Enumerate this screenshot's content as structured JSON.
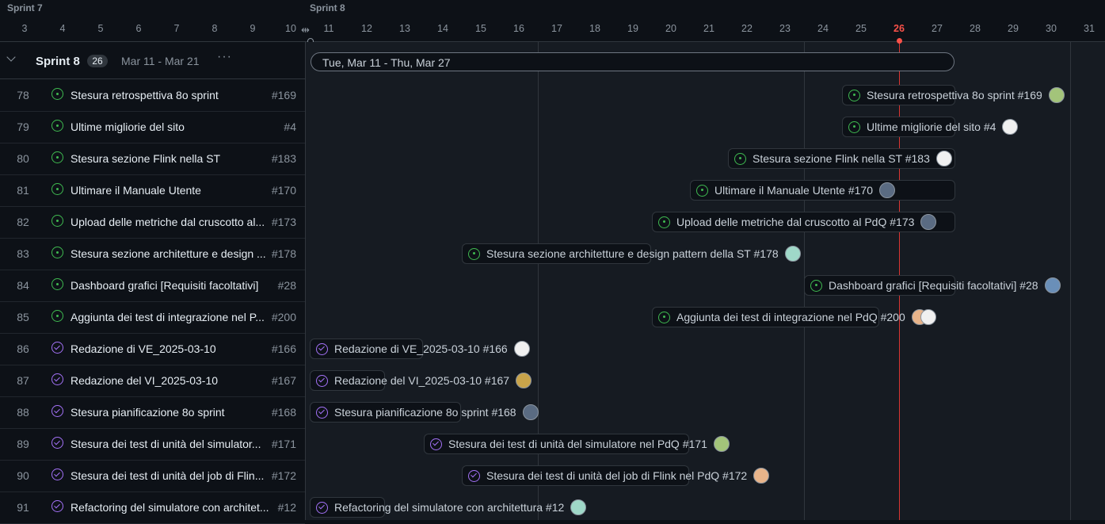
{
  "timeline": {
    "sprint_labels": [
      "Sprint 7",
      "Sprint 8"
    ],
    "days": [
      "3",
      "4",
      "5",
      "6",
      "7",
      "8",
      "9",
      "10",
      "11",
      "12",
      "13",
      "14",
      "15",
      "16",
      "17",
      "18",
      "19",
      "20",
      "21",
      "22",
      "23",
      "24",
      "25",
      "26",
      "27",
      "28",
      "29",
      "30",
      "31"
    ],
    "today": "26"
  },
  "group": {
    "name": "Sprint 8",
    "count": "26",
    "dates": "Mar 11 - Mar 21",
    "more": "···",
    "range_label": "Tue, Mar 11 - Thu, Mar 27"
  },
  "rows": [
    {
      "num": "78",
      "status": "open",
      "title": "Stesura retrospettiva 8o sprint",
      "ref": "#169",
      "bar_label": "Stesura retrospettiva 8o sprint #169",
      "avatars": [
        "#a3c47a"
      ]
    },
    {
      "num": "79",
      "status": "open",
      "title": "Ultime migliorie del sito",
      "ref": "#4",
      "bar_label": "Ultime migliorie del sito #4",
      "avatars": [
        "#f0f0f0"
      ]
    },
    {
      "num": "80",
      "status": "open",
      "title": "Stesura sezione Flink nella ST",
      "ref": "#183",
      "bar_label": "Stesura sezione Flink nella ST #183",
      "avatars": [
        "#f0f0f0"
      ]
    },
    {
      "num": "81",
      "status": "open",
      "title": "Ultimare il Manuale Utente",
      "ref": "#170",
      "bar_label": "Ultimare il Manuale Utente #170",
      "avatars": [
        "#5a6b82"
      ]
    },
    {
      "num": "82",
      "status": "open",
      "title": "Upload delle metriche dal cruscotto al...",
      "ref": "#173",
      "bar_label": "Upload delle metriche dal cruscotto al PdQ #173",
      "avatars": [
        "#5a6b82"
      ]
    },
    {
      "num": "83",
      "status": "open",
      "title": "Stesura sezione architetture e design ...",
      "ref": "#178",
      "bar_label": "Stesura sezione architetture e design pattern della ST #178",
      "avatars": [
        "#9fd8c8"
      ]
    },
    {
      "num": "84",
      "status": "open",
      "title": "Dashboard grafici [Requisiti facoltativi]",
      "ref": "#28",
      "bar_label": "Dashboard grafici [Requisiti facoltativi] #28",
      "avatars": [
        "#6a8fb8"
      ]
    },
    {
      "num": "85",
      "status": "open",
      "title": "Aggiunta dei test di integrazione nel P...",
      "ref": "#200",
      "bar_label": "Aggiunta dei test di integrazione nel PdQ #200",
      "avatars": [
        "#e8b48a",
        "#f0f0f0"
      ]
    },
    {
      "num": "86",
      "status": "closed",
      "title": "Redazione di VE_2025-03-10",
      "ref": "#166",
      "bar_label": "Redazione di VE_2025-03-10 #166",
      "avatars": [
        "#f0f0f0"
      ]
    },
    {
      "num": "87",
      "status": "closed",
      "title": "Redazione del VI_2025-03-10",
      "ref": "#167",
      "bar_label": "Redazione del VI_2025-03-10 #167",
      "avatars": [
        "#c9a44a"
      ]
    },
    {
      "num": "88",
      "status": "closed",
      "title": "Stesura pianificazione 8o sprint",
      "ref": "#168",
      "bar_label": "Stesura pianificazione 8o sprint #168",
      "avatars": [
        "#5a6b82"
      ]
    },
    {
      "num": "89",
      "status": "closed",
      "title": "Stesura dei test di unità del simulator...",
      "ref": "#171",
      "bar_label": "Stesura dei test di unità del simulatore nel PdQ #171",
      "avatars": [
        "#a3c47a"
      ]
    },
    {
      "num": "90",
      "status": "closed",
      "title": "Stesura dei test di unità del job di Flin...",
      "ref": "#172",
      "bar_label": "Stesura dei test di unità del job di Flink nel PdQ #172",
      "avatars": [
        "#e8b48a"
      ]
    },
    {
      "num": "91",
      "status": "closed",
      "title": "Refactoring del simulatore con architet...",
      "ref": "#12",
      "bar_label": "Refactoring del simulatore con architettura #12",
      "avatars": [
        "#9fd8c8"
      ]
    }
  ]
}
